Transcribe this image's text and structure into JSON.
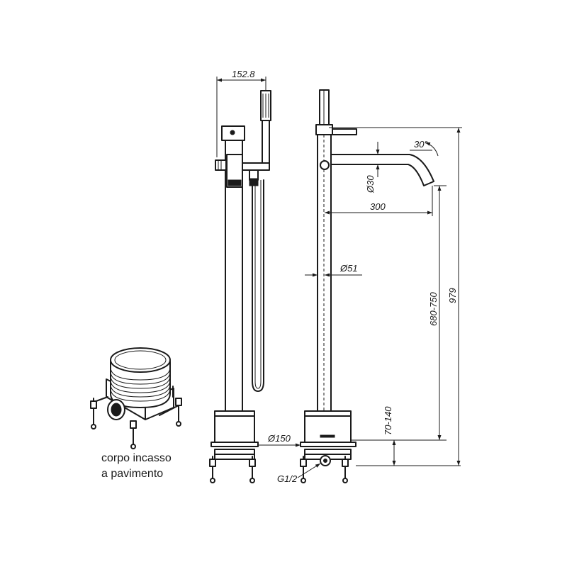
{
  "dimensions": {
    "handshower_offset": "152.8",
    "spout_angle": "30°",
    "spout_diameter": "Ø30",
    "spout_reach": "300",
    "column_diameter": "Ø51",
    "spout_height_range": "680-750",
    "total_height": "979",
    "base_diameter": "Ø150",
    "flange_height_range": "70-140",
    "inlet_thread": "G1/2"
  },
  "caption": {
    "line1": "corpo incasso",
    "line2": "a pavimento"
  }
}
